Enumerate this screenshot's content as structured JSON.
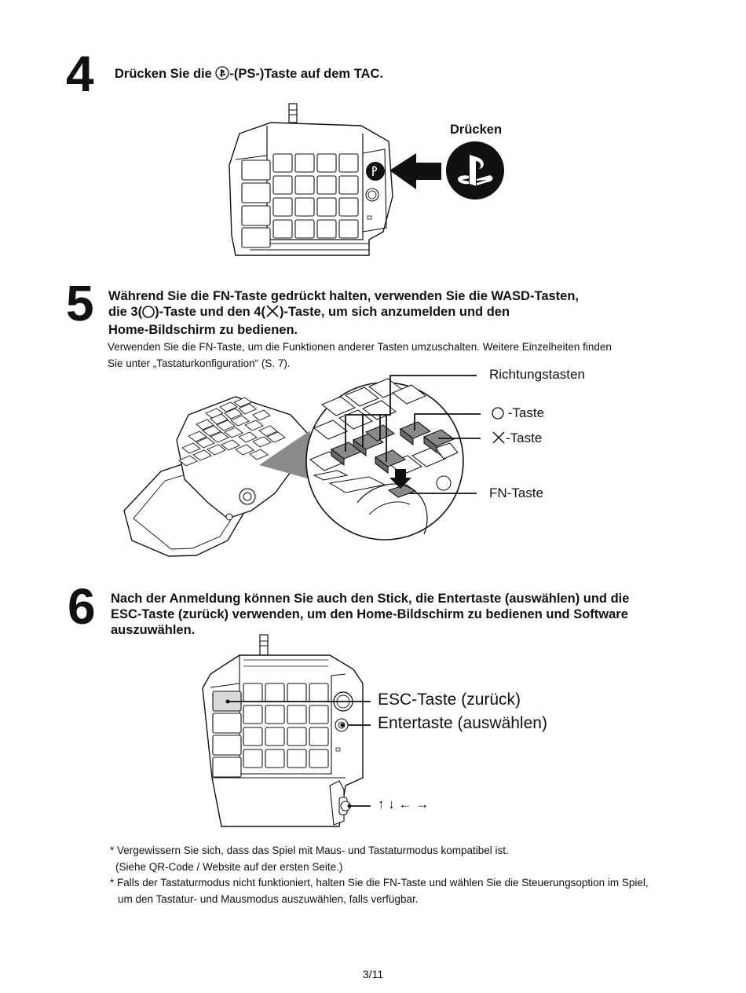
{
  "step4": {
    "number": "4",
    "heading_pre": "Drücken Sie die ",
    "heading_post": "-(PS-)Taste auf dem TAC.",
    "press_label": "Drücken",
    "icons": [
      "playstation-icon",
      "arrow-left-icon"
    ]
  },
  "step5": {
    "number": "5",
    "heading_line1": "Während Sie die FN-Taste gedrückt halten, verwenden Sie die WASD-Tasten,",
    "heading_line2_a": "die 3(",
    "heading_line2_b": ")-Taste und den 4(",
    "heading_line2_c": ")-Taste, um sich anzumelden und den",
    "heading_line3": "Home-Bildschirm zu bedienen.",
    "body_line1": "Verwenden Sie die FN-Taste, um die Funktionen anderer Tasten umzuschalten. Weitere Einzelheiten finden",
    "body_line2": "Sie unter „Tastaturkonfiguration“ (S. 7).",
    "labels": {
      "direction": "Richtungstasten",
      "circle": "-Taste",
      "cross": "-Taste",
      "fn": "FN-Taste"
    },
    "icons": [
      "circle-icon",
      "cross-icon"
    ]
  },
  "step6": {
    "number": "6",
    "heading_line1": "Nach der Anmeldung können Sie auch den Stick, die Entertaste (auswählen) und die",
    "heading_line2": "ESC-Taste (zurück) verwenden, um den Home-Bildschirm zu bedienen und Software",
    "heading_line3": "auszuwählen.",
    "labels": {
      "esc": "ESC-Taste (zurück)",
      "enter": "Entertaste (auswählen)",
      "arrows": "↑ ↓ ← →"
    }
  },
  "notes": {
    "note1_line1": "* Vergewissern Sie sich, dass das Spiel mit Maus- und Tastaturmodus kompatibel ist.",
    "note1_line2": "(Siehe QR-Code / Website auf der ersten Seite.)",
    "note2_line1": "* Falls der Tastaturmodus nicht funktioniert, halten Sie die FN-Taste und wählen Sie die Steuerungsoption im Spiel,",
    "note2_line2": "um den Tastatur- und Mausmodus auszuwählen, falls verfügbar."
  },
  "footer": {
    "page": "3/11"
  },
  "colors": {
    "text": "#111111",
    "key_gray": "#8a8a8a",
    "key_light": "#d9d9d9"
  }
}
